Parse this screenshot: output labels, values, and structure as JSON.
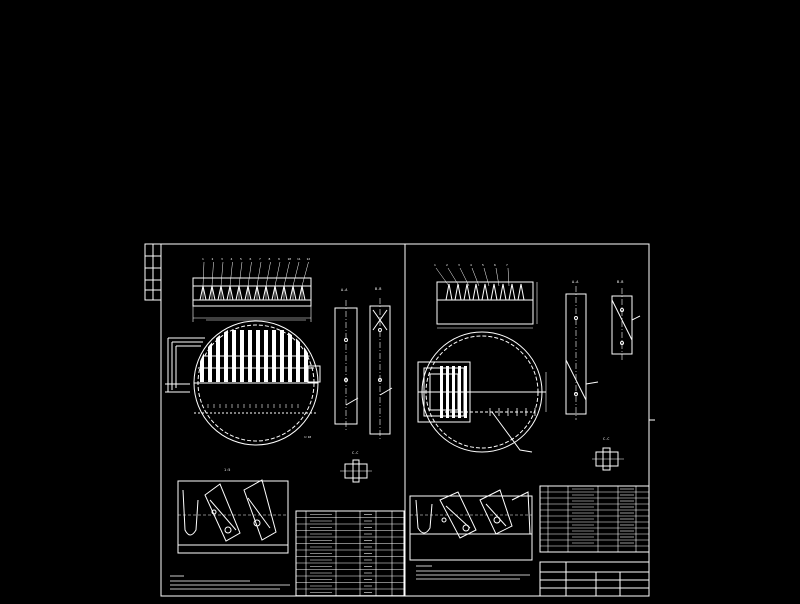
{
  "drawing": {
    "background": "#000000",
    "line_color": "#ffffff",
    "accent_color": "#ffffff",
    "left_sheet": {
      "section_labels": [
        "A-A",
        "B-B",
        "C-C"
      ],
      "callouts": [
        "1",
        "2",
        "3",
        "4",
        "5",
        "6",
        "7",
        "8",
        "9",
        "10",
        "11",
        "12"
      ]
    },
    "right_sheet": {
      "section_labels": [
        "A-A",
        "B-B",
        "C-C"
      ],
      "callouts": [
        "1",
        "2",
        "3",
        "4",
        "5",
        "6",
        "7"
      ]
    }
  }
}
